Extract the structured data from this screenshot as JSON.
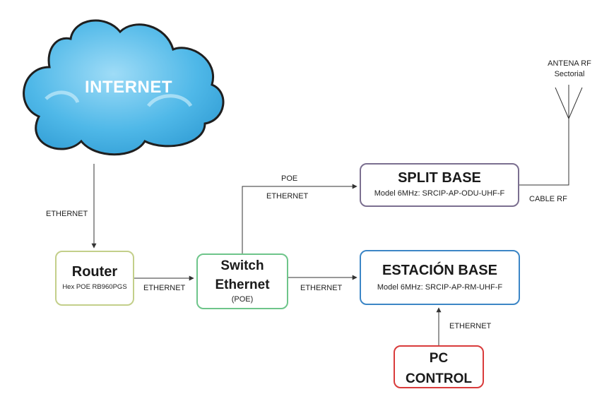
{
  "cloud": {
    "label": "INTERNET"
  },
  "antenna": {
    "line1": "ANTENA RF",
    "line2": "Sectorial"
  },
  "nodes": {
    "router": {
      "title": "Router",
      "subtitle": "Hex POE RB960PGS"
    },
    "switch": {
      "title_line1": "Switch",
      "title_line2": "Ethernet",
      "subtitle": "(POE)"
    },
    "split": {
      "title": "SPLIT BASE",
      "subtitle": "Model 6MHz: SRCIP-AP-ODU-UHF-F"
    },
    "estacion": {
      "title": "ESTACIÓN BASE",
      "subtitle": "Model 6MHz: SRCIP-AP-RM-UHF-F"
    },
    "pc": {
      "title_line1": "PC",
      "title_line2": "CONTROL"
    }
  },
  "links": {
    "internet_router": "ETHERNET",
    "router_switch": "ETHERNET",
    "switch_split_top": "POE",
    "switch_split_bottom": "ETHERNET",
    "switch_estacion": "ETHERNET",
    "split_antenna": "CABLE RF",
    "pc_estacion": "ETHERNET"
  },
  "colors": {
    "cloud_fill": "#4fb8e8",
    "cloud_outline": "#1f1f1f",
    "router_border": "#c3cf8a",
    "switch_border": "#6ec58a",
    "split_border": "#7b6f90",
    "estacion_border": "#3c86c6",
    "pc_border": "#d93b3b"
  }
}
